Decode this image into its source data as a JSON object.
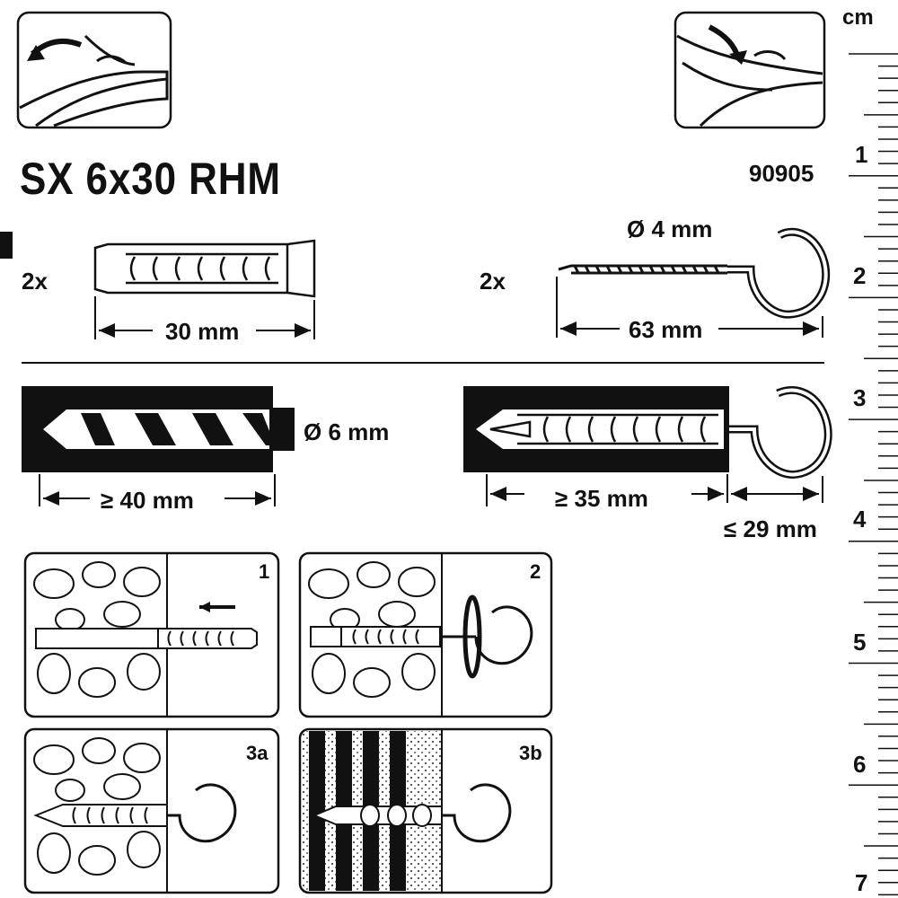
{
  "product": {
    "title": "SX 6x30 RHM",
    "code": "90905"
  },
  "parts": {
    "plug": {
      "quantity": "2x",
      "length": "30 mm"
    },
    "hook": {
      "quantity": "2x",
      "diameter": "Ø 4 mm",
      "length": "63 mm"
    }
  },
  "installation": {
    "drill_diameter": "Ø 6 mm",
    "drill_depth": "≥ 40 mm",
    "anchor_depth": "≥ 35 mm",
    "projection": "≤ 29 mm"
  },
  "steps": [
    "1",
    "2",
    "3a",
    "3b"
  ],
  "ruler": {
    "unit": "cm",
    "numbers": [
      "1",
      "2",
      "3",
      "4",
      "5",
      "6",
      "7"
    ]
  }
}
